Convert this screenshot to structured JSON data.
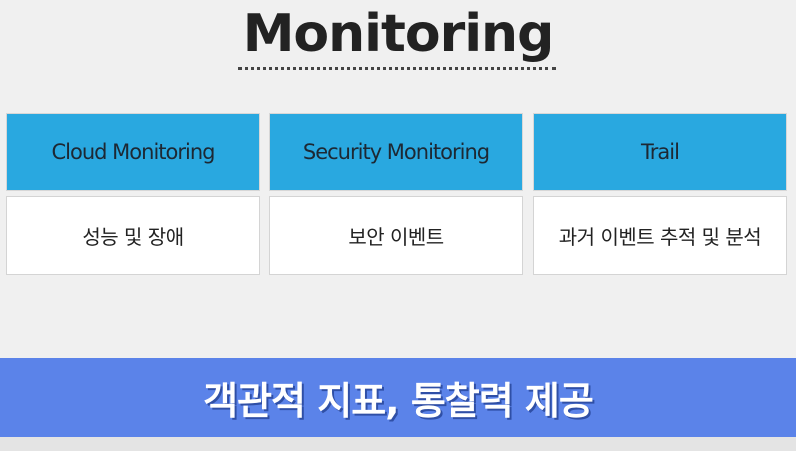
{
  "slide": {
    "title": "Monitoring",
    "cards": [
      {
        "heading": "Cloud Monitoring",
        "description": "성능 및 장애"
      },
      {
        "heading": "Security Monitoring",
        "description": "보안 이벤트"
      },
      {
        "heading": "Trail",
        "description": "과거 이벤트 추적 및 분석"
      }
    ],
    "banner_text": "객관적 지표, 통찰력 제공"
  },
  "colors": {
    "background": "#f0f0f0",
    "card_header": "#29a8e0",
    "card_body": "#ffffff",
    "banner": "#5b83e9",
    "title_text": "#222222"
  }
}
